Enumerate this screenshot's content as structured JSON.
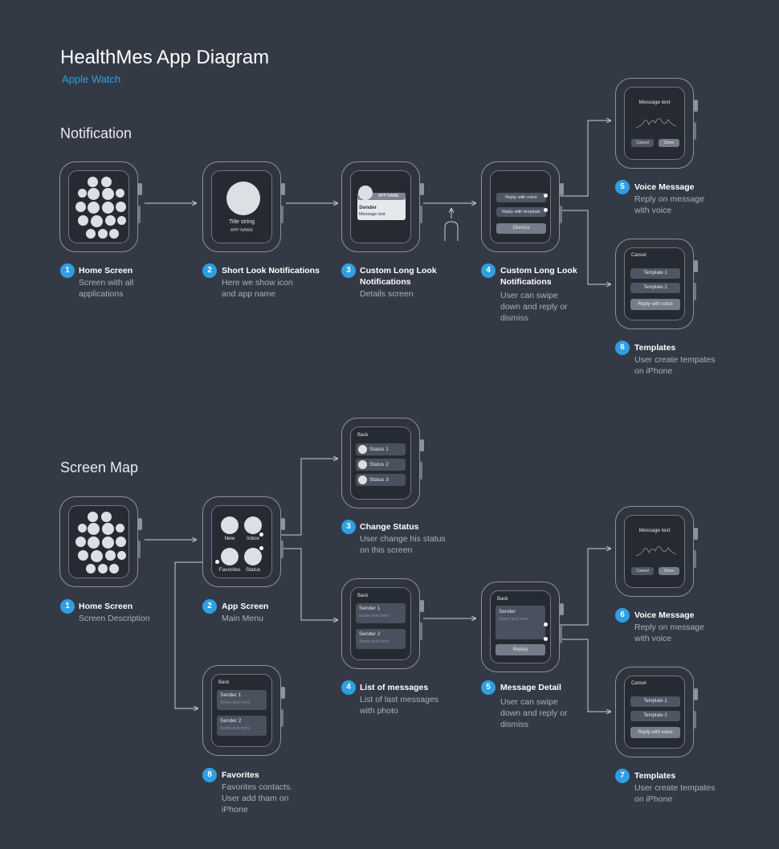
{
  "header": {
    "title": "HealthMes  App Diagram",
    "subtitle": "Apple Watch"
  },
  "sections": {
    "notification": "Notification",
    "screen_map": "Screen Map"
  },
  "notification": {
    "home": {
      "num": "1",
      "title": "Home Screen",
      "desc": [
        "Screen with all",
        "applications"
      ]
    },
    "short_look": {
      "num": "2",
      "title": "Short Look Notifications",
      "desc": [
        "Here we show icon",
        "and app name"
      ],
      "screen_title": "Title string",
      "screen_app": "APP NAME"
    },
    "long_look": {
      "num": "3",
      "title": [
        "Custom Long Look",
        "Notifications"
      ],
      "desc": [
        "Details screen"
      ],
      "app_name": "APP NAME",
      "sender": "Sender",
      "message": "Message text"
    },
    "long_look_reply": {
      "num": "4",
      "title": [
        "Custom Long Look",
        "Notifications"
      ],
      "desc": [
        "User can swipe",
        "down and reply or",
        "dismiss"
      ],
      "reply_voice": "Reply with voice",
      "reply_template": "Reply with template",
      "dismiss": "Dismiss"
    },
    "voice": {
      "num": "5",
      "title": "Voice Message",
      "desc": [
        "Reply on message",
        "with voice"
      ],
      "screen_title": "Message text",
      "cancel": "Cancel",
      "done": "Done"
    },
    "templates": {
      "num": "6",
      "title": "Templates",
      "desc": [
        "User create tempates",
        "on iPhone"
      ],
      "cancel": "Cancel",
      "t1": "Template 1",
      "t2": "Template 2",
      "reply_voice": "Reply with voice"
    }
  },
  "screen_map": {
    "home": {
      "num": "1",
      "title": "Home Screen",
      "desc": [
        "Screen Description"
      ]
    },
    "app": {
      "num": "2",
      "title": "App Screen",
      "desc": [
        "Main Menu"
      ],
      "new": "New",
      "inbox": "Inbox",
      "favorites": "Favorites",
      "status": "Status"
    },
    "change_status": {
      "num": "3",
      "title": "Change Status",
      "desc": [
        "User change his status",
        "on this screen"
      ],
      "back": "Back",
      "s1": "Status 1",
      "s2": "Status 2",
      "s3": "Status 3"
    },
    "messages": {
      "num": "4",
      "title": "List of messages",
      "desc": [
        "List of last messages",
        "with photo"
      ],
      "back": "Back",
      "sender1": "Sender 1",
      "sender2": "Sender 2",
      "some_text": "Some text here"
    },
    "detail": {
      "num": "5",
      "title": "Message Detail",
      "desc": [
        "User can swipe",
        "down and reply or",
        "dismiss"
      ],
      "back": "Back",
      "sender": "Sender",
      "some_text": "Some text here",
      "replay": "Replay"
    },
    "voice": {
      "num": "6",
      "title": "Voice Message",
      "desc": [
        "Reply on message",
        "with voice"
      ],
      "screen_title": "Message text",
      "cancel": "Cancel",
      "done": "Done"
    },
    "templates": {
      "num": "7",
      "title": "Templates",
      "desc": [
        "User create tempates",
        "on iPhone"
      ],
      "cancel": "Cancel",
      "t1": "Template 1",
      "t2": "Template 2",
      "reply_voice": "Reply with voice"
    },
    "favorites": {
      "num": "8",
      "title": "Favorites",
      "desc": [
        "Favorites contacts.",
        "User add tham on",
        "iPhone"
      ],
      "back": "Back",
      "sender1": "Sender 1",
      "sender2": "Sender 2",
      "some_text": "Some text here"
    }
  }
}
